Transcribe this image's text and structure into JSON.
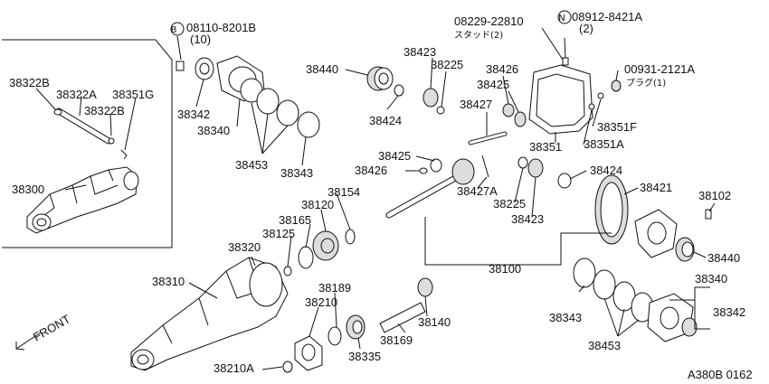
{
  "diagram_code": "A380B 0162",
  "front_label": "FRONT",
  "fastener_b": {
    "mark": "B",
    "part": "08110-8201B",
    "qty": "(10)"
  },
  "fastener_n": {
    "mark": "N",
    "part": "08912-8421A",
    "qty": "(2)"
  },
  "stud": {
    "part": "08229-22810",
    "note": "スタッド(2)"
  },
  "plug": {
    "part": "00931-2121A",
    "note": "プラグ(1)"
  },
  "labels": {
    "p38322B_a": "38322B",
    "p38322A": "38322A",
    "p38351G": "38351G",
    "p38322B_b": "38322B",
    "p38300": "38300",
    "p38342_l": "38342",
    "p38340_l": "38340",
    "p38453_l": "38453",
    "p38343_l": "38343",
    "p38440_t": "38440",
    "p38424_t": "38424",
    "p38423_t": "38423",
    "p38225_t": "38225",
    "p38426_t": "38426",
    "p38425_t": "38425",
    "p38427": "38427",
    "p38351": "38351",
    "p38351F": "38351F",
    "p38351A": "38351A",
    "p38425_m": "38425",
    "p38426_m": "38426",
    "p38427A": "38427A",
    "p38225_m": "38225",
    "p38423_m": "38423",
    "p38424_m": "38424",
    "p38421": "38421",
    "p38102": "38102",
    "p38440_r": "38440",
    "p38154": "38154",
    "p38120": "38120",
    "p38165": "38165",
    "p38125": "38125",
    "p38320": "38320",
    "p38310": "38310",
    "p38100": "38100",
    "p38189": "38189",
    "p38210": "38210",
    "p38140": "38140",
    "p38169": "38169",
    "p38335": "38335",
    "p38210A": "38210A",
    "p38340_r": "38340",
    "p38342_r": "38342",
    "p38343_r": "38343",
    "p38453_r": "38453"
  }
}
